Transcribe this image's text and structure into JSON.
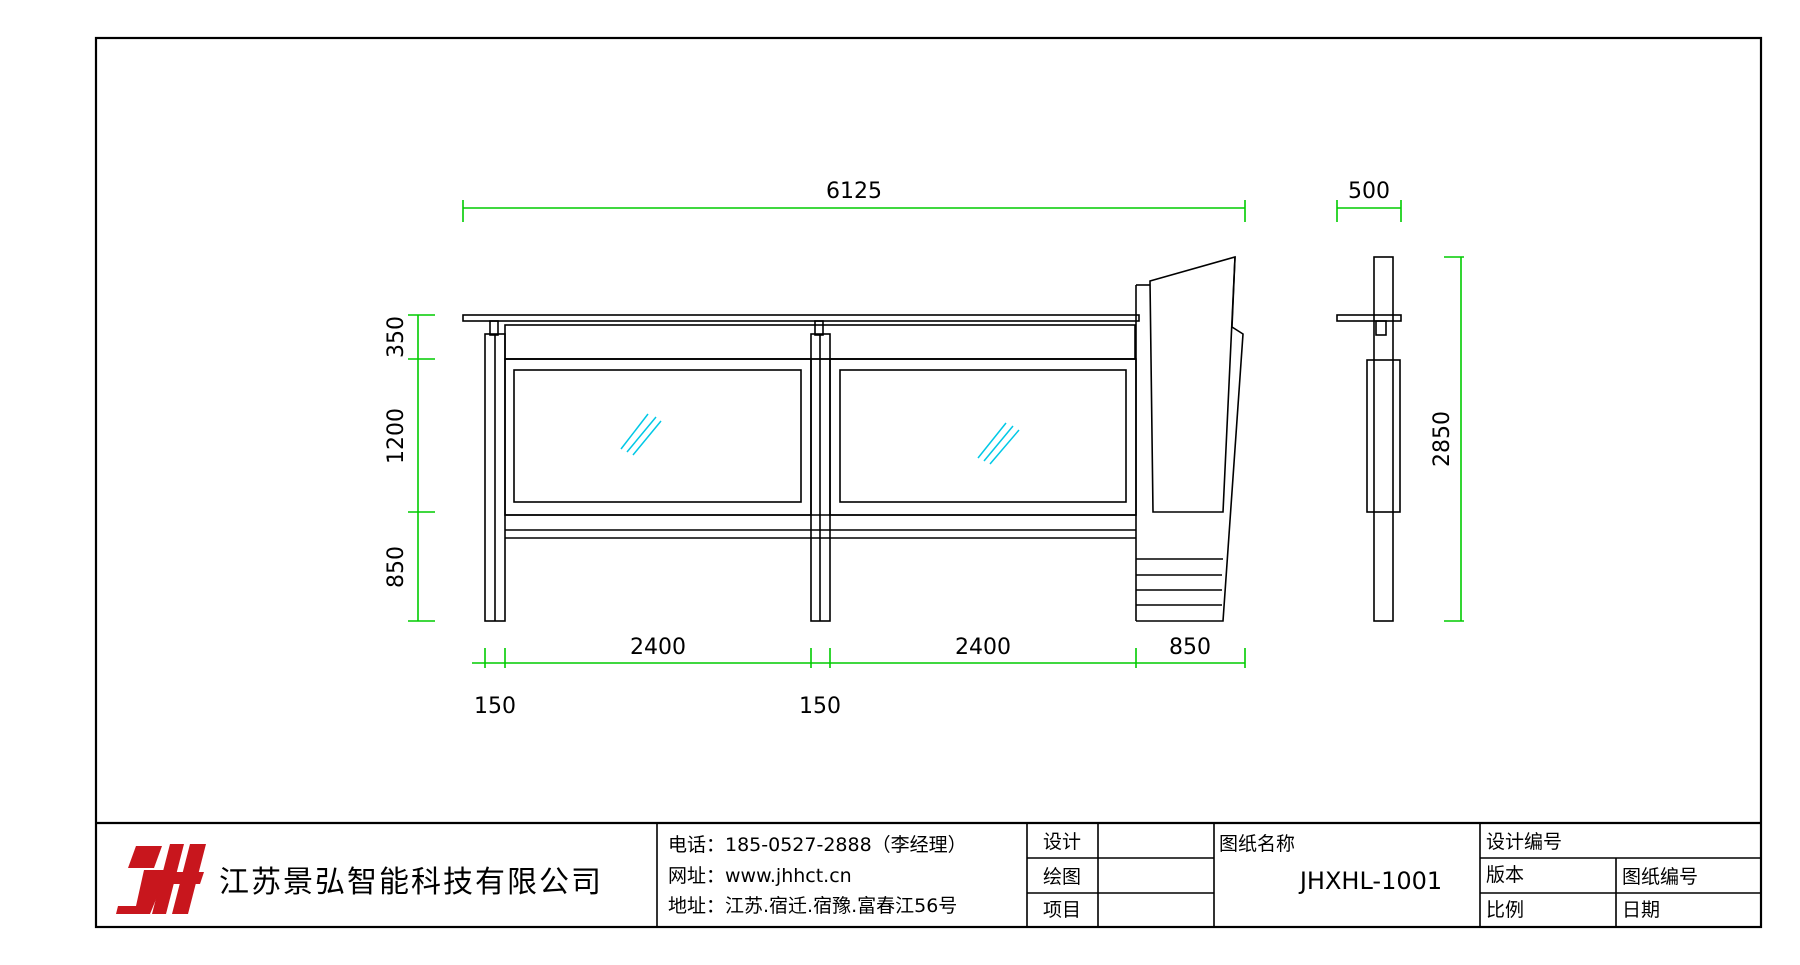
{
  "dimensions": {
    "total_width": "6125",
    "side_depth": "500",
    "roof_height": "350",
    "panel_height": "1200",
    "base_height": "850",
    "total_height": "2850",
    "panel1_width": "2400",
    "panel2_width": "2400",
    "side_width": "850",
    "post1_width": "150",
    "post2_width": "150"
  },
  "title_block": {
    "company": "江苏景弘智能科技有限公司",
    "phone": "电话：185-0527-2888（李经理）",
    "website": "网址：www.jhhct.cn",
    "address": "地址：江苏.宿迁.宿豫.富春江56号",
    "design_label": "设计",
    "drawing_label": "绘图",
    "project_label": "项目",
    "drawing_name_label": "图纸名称",
    "drawing_code": "JHXHL-1001",
    "design_no_label": "设计编号",
    "version_label": "版本",
    "drawing_no_label": "图纸编号",
    "scale_label": "比例",
    "date_label": "日期"
  },
  "colors": {
    "dimension_lines": "#00cc00",
    "glass_marks": "#00c8e6",
    "logo": "#c8161d",
    "outline": "#000000"
  }
}
